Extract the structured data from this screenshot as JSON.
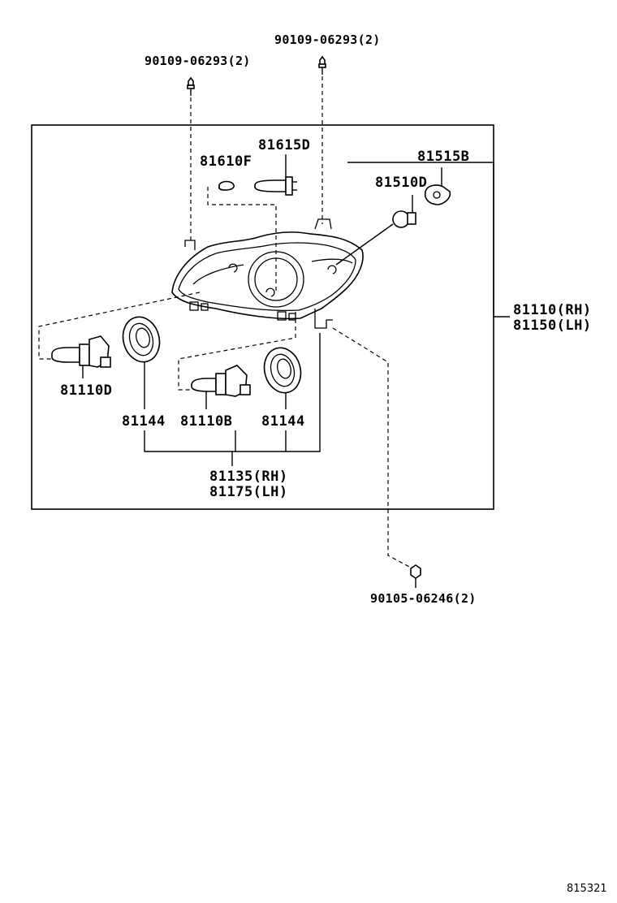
{
  "labels": {
    "bolt_top_left": "90109-06293(2)",
    "bolt_top_right": "90109-06293(2)",
    "bulb_81610f": "81610F",
    "bulb_81615d": "81615D",
    "socket_81515b": "81515B",
    "bulb_81510d": "81510D",
    "headlamp_rh": "81110(RH)",
    "headlamp_lh": "81150(LH)",
    "bulb_81110d": "81110D",
    "cap_left": "81144",
    "bulb_81110b": "81110B",
    "cap_right": "81144",
    "unit_rh": "81135(RH)",
    "unit_lh": "81175(LH)",
    "screw_bottom": "90105-06246(2)",
    "illustration_ref": "815321"
  },
  "colors": {
    "line": "#000000",
    "background": "#ffffff"
  }
}
